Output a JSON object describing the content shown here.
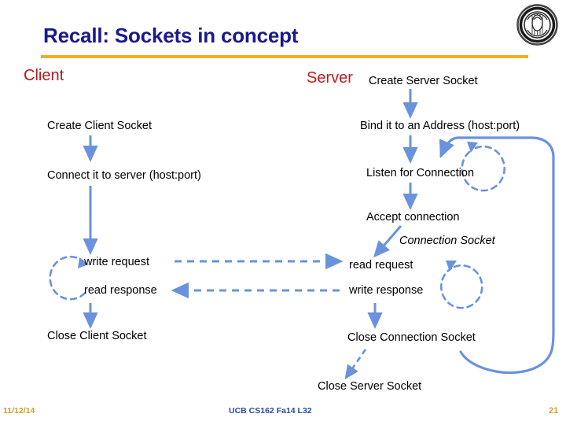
{
  "slide": {
    "title": "Recall: Sockets in concept",
    "accent_rule_color": "#e8b31f",
    "title_color": "#1a1a8c",
    "arrow_color": "#6a92dd",
    "background": "#ffffff"
  },
  "logo": {
    "name": "uc-berkeley-seal",
    "alt": "UC Berkeley seal"
  },
  "columns": {
    "client": {
      "label": "Client",
      "color": "#b01c20"
    },
    "server": {
      "label": "Server",
      "color": "#c2191c"
    }
  },
  "client_steps": [
    {
      "label": "Create Client Socket"
    },
    {
      "label": "Connect it to server (host:port)"
    },
    {
      "label": "write request"
    },
    {
      "label": "read response"
    },
    {
      "label": "Close Client Socket"
    }
  ],
  "server_steps": [
    {
      "label": "Create Server Socket"
    },
    {
      "label": "Bind it to an Address (host:port)"
    },
    {
      "label": "Listen for Connection"
    },
    {
      "label": "Accept connection"
    },
    {
      "label": "Connection Socket",
      "italic": true
    },
    {
      "label": "read request"
    },
    {
      "label": "write response"
    },
    {
      "label": "Close Connection Socket"
    },
    {
      "label": "Close Server Socket"
    }
  ],
  "footer": {
    "date": "11/12/14",
    "course": "UCB CS162 Fa14 L32",
    "page": "21"
  }
}
